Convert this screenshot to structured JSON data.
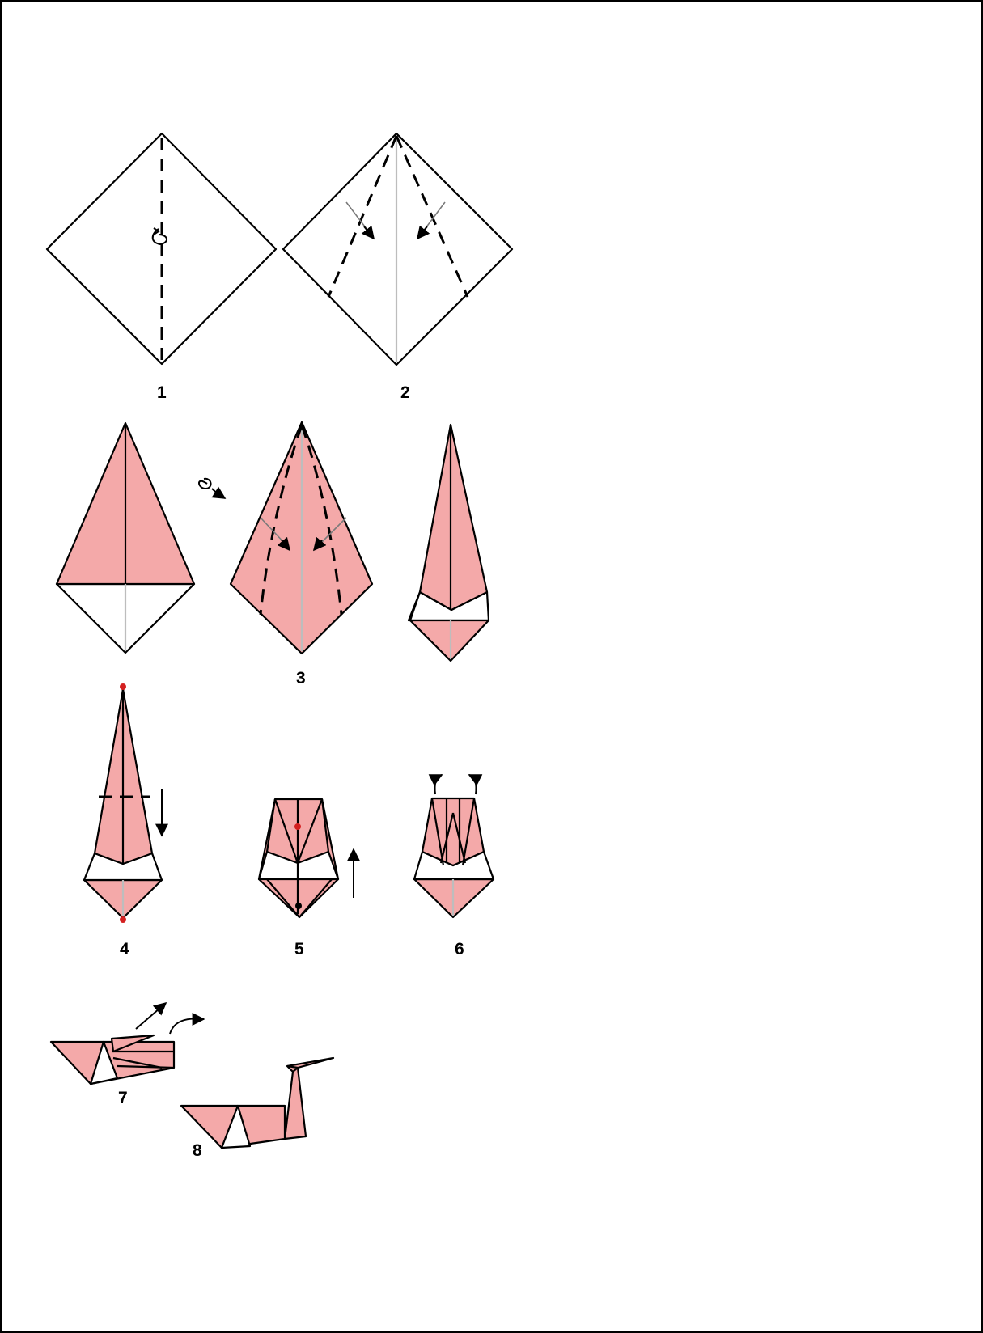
{
  "steps": [
    {
      "id": "1",
      "label": "1"
    },
    {
      "id": "2",
      "label": "2"
    },
    {
      "id": "3",
      "label": "3"
    },
    {
      "id": "4",
      "label": "4"
    },
    {
      "id": "5",
      "label": "5"
    },
    {
      "id": "6",
      "label": "6"
    },
    {
      "id": "7",
      "label": "7"
    },
    {
      "id": "8",
      "label": "8"
    }
  ],
  "colors": {
    "paper_colored_side": "#f4a9a9",
    "paper_white_side": "#ffffff",
    "line": "#000000",
    "crease": "#bdbdbd",
    "reference_dot": "#d42020"
  }
}
